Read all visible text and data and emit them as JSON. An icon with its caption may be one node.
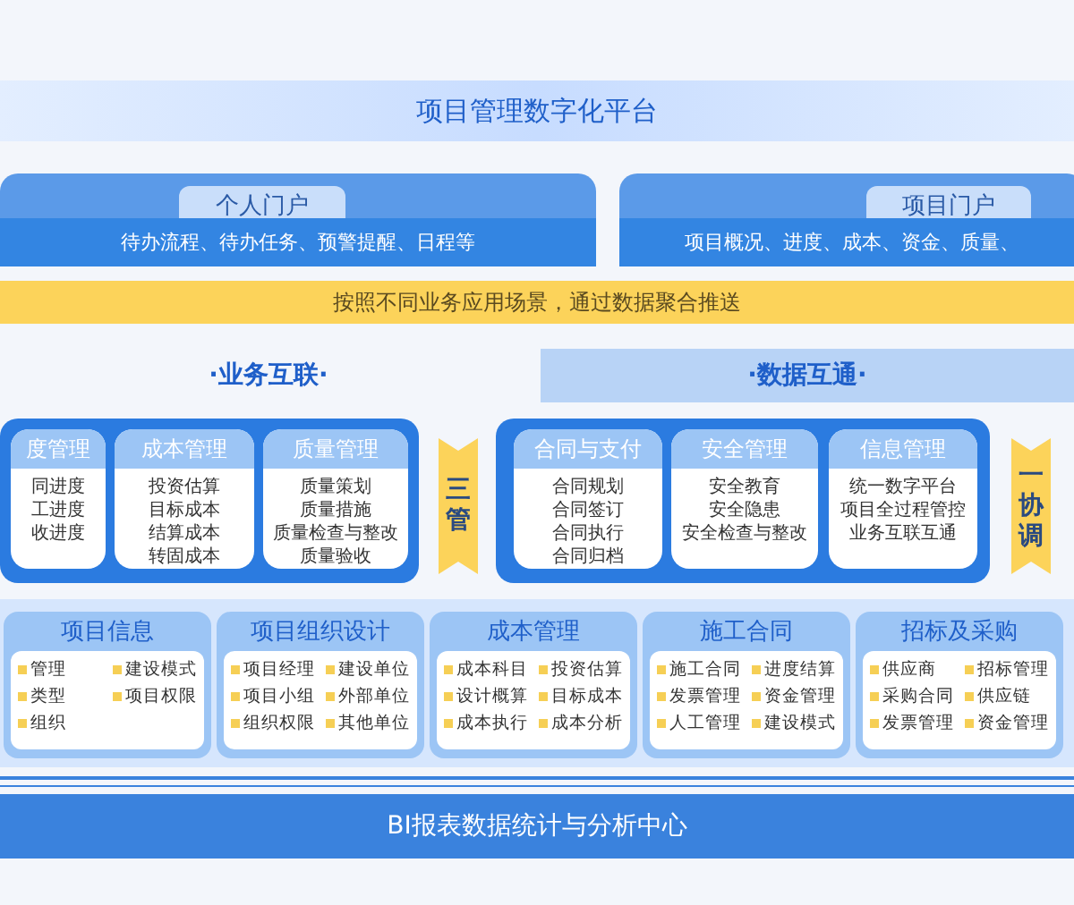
{
  "diagram": {
    "nodes": [
      {
        "text": [
          "项目管理数字化平台"
        ]
      },
      {
        "text": [
          "个人门户",
          "待办流程、待办任务、预警提醒、日程等"
        ]
      },
      {
        "text": [
          "项目门户",
          "项目概况、进度、成本、资金、质量、"
        ]
      },
      {
        "text": [
          "按照不同业务应用场景，通过数据聚合推送"
        ]
      },
      {
        "text": [
          "·业务互联·"
        ]
      },
      {
        "text": [
          "·数据互通·"
        ]
      },
      {
        "text": [],
        "shape": "box"
      },
      {
        "text": [
          "度管理",
          "同进度",
          "工进度",
          "收进度"
        ],
        "in": 6
      },
      {
        "text": [
          "成本管理",
          "投资估算",
          "目标成本",
          "结算成本",
          "转固成本"
        ],
        "in": 6
      },
      {
        "text": [
          "质量管理",
          "质量策划",
          "质量措施",
          "质量检查与整改",
          "质量验收"
        ],
        "in": 6
      },
      {
        "text": [
          "三管"
        ]
      },
      {
        "text": [],
        "shape": "box"
      },
      {
        "text": [
          "合同与支付",
          "合同规划",
          "合同签订",
          "合同执行",
          "合同归档"
        ],
        "in": 11
      },
      {
        "text": [
          "安全管理",
          "安全教育",
          "安全隐患",
          "安全检查与整改"
        ],
        "in": 11
      },
      {
        "text": [
          "信息管理",
          "统一数字平台",
          "项目全过程管控",
          "业务互联互通"
        ],
        "in": 11
      },
      {
        "text": [
          "一协调"
        ]
      },
      {
        "text": [],
        "shape": "box"
      },
      {
        "text": [
          "项目信息",
          "管理",
          "建设模式",
          "类型",
          "项目权限",
          "组织"
        ],
        "in": 16
      },
      {
        "text": [
          "项目组织设计",
          "项目经理",
          "建设单位",
          "项目小组",
          "外部单位",
          "组织权限",
          "其他单位"
        ],
        "in": 16
      },
      {
        "text": [
          "成本管理",
          "成本科目",
          "投资估算",
          "设计概算",
          "目标成本",
          "成本执行",
          "成本分析"
        ],
        "in": 16
      },
      {
        "text": [
          "施工合同",
          "施工合同",
          "进度结算",
          "发票管理",
          "资金管理",
          "人工管理",
          "建设模式"
        ],
        "in": 16
      },
      {
        "text": [
          "招标及采购",
          "供应商",
          "招标管理",
          "采购合同",
          "供应链",
          "发票管理",
          "资金管理"
        ],
        "in": 16
      },
      {
        "text": [
          "BI报表数据统计与分析中心"
        ]
      }
    ],
    "edges": []
  }
}
